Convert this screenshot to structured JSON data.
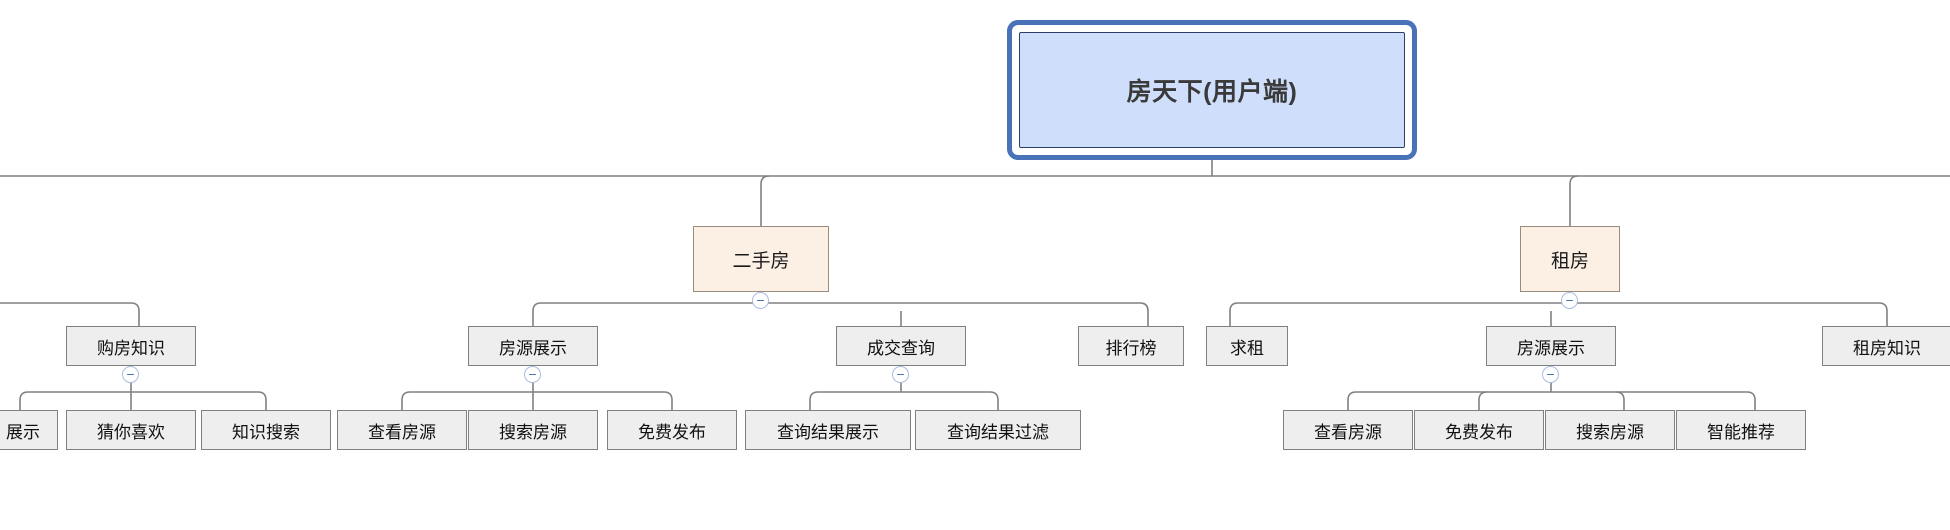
{
  "diagram": {
    "type": "mind-map-tree",
    "title_node": "房天下(用户端)",
    "orientation": "top-down",
    "colors": {
      "root_fill": "#cfdffb",
      "root_border": "#2b3f66",
      "root_outer_frame": "#4a72b8",
      "level2_fill": "#fcf0e5",
      "level2_border": "#9a8d80",
      "leaf_fill": "#eeeeee",
      "leaf_border": "#808080",
      "connector": "#808080",
      "toggle_border": "#aabbe0",
      "toggle_glyph": "#4a72b8",
      "canvas": "#ffffff"
    }
  },
  "root": {
    "label": "房天下(用户端)"
  },
  "level2": [
    {
      "label": "二手房",
      "toggle": "collapse-minus"
    },
    {
      "label": "租房",
      "toggle": "collapse-minus"
    }
  ],
  "level3": [
    {
      "label": "购房知识",
      "toggle": "collapse-minus",
      "parent": ""
    },
    {
      "label": "房源展示",
      "toggle": "collapse-minus",
      "parent": "二手房"
    },
    {
      "label": "成交查询",
      "toggle": "collapse-minus",
      "parent": "二手房"
    },
    {
      "label": "排行榜",
      "toggle": "",
      "parent": "二手房"
    },
    {
      "label": "求租",
      "toggle": "",
      "parent": "租房"
    },
    {
      "label": "房源展示",
      "toggle": "collapse-minus",
      "parent": "租房"
    },
    {
      "label": "租房知识",
      "toggle": "",
      "parent": "租房"
    }
  ],
  "level4": [
    {
      "label": "展示",
      "parent": "购房知识",
      "clipped": true
    },
    {
      "label": "猜你喜欢",
      "parent": "购房知识"
    },
    {
      "label": "知识搜索",
      "parent": "购房知识"
    },
    {
      "label": "查看房源",
      "parent": "房源展示(二手房)"
    },
    {
      "label": "搜索房源",
      "parent": "房源展示(二手房)"
    },
    {
      "label": "免费发布",
      "parent": "房源展示(二手房)"
    },
    {
      "label": "查询结果展示",
      "parent": "成交查询"
    },
    {
      "label": "查询结果过滤",
      "parent": "成交查询"
    },
    {
      "label": "查看房源",
      "parent": "房源展示(租房)"
    },
    {
      "label": "免费发布",
      "parent": "房源展示(租房)"
    },
    {
      "label": "搜索房源",
      "parent": "房源展示(租房)"
    },
    {
      "label": "智能推荐",
      "parent": "房源展示(租房)"
    }
  ]
}
